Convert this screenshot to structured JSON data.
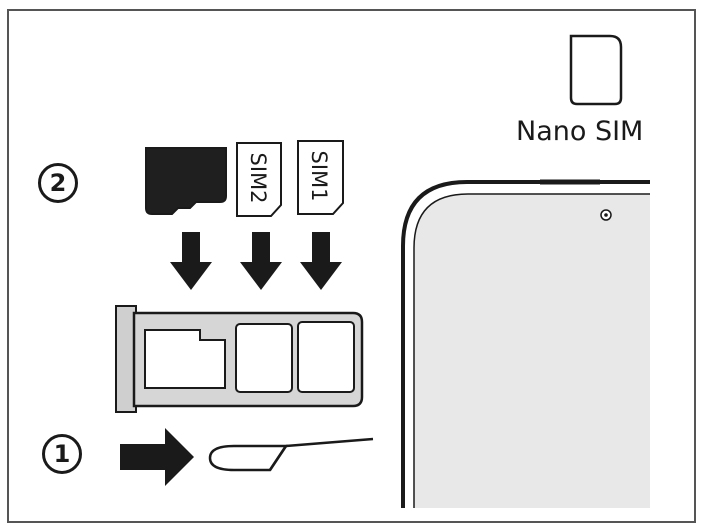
{
  "labels": {
    "nano_sim": "Nano SIM",
    "step_2": "2",
    "step_1": "1",
    "sim2": "SIM2",
    "sim1": "SIM1"
  },
  "colors": {
    "line": "#1a1a1a",
    "frame": "#555555",
    "tray_fill": "#d6d6d6",
    "phone_fill": "#e8e8e8",
    "microsd_fill": "#1f1f1f"
  },
  "icons": {
    "microsd": "microsd-card-icon",
    "nano_sim": "nano-sim-card-icon",
    "arrow_down": "arrow-down-icon",
    "arrow_right": "arrow-right-icon",
    "eject_pin": "eject-pin-icon",
    "tray": "sim-tray-icon",
    "phone": "phone-corner-icon",
    "camera": "camera-icon"
  }
}
